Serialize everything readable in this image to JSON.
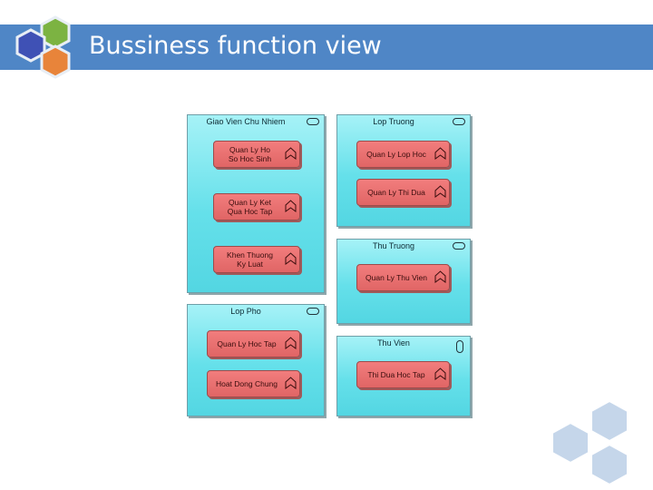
{
  "slide": {
    "title": "Bussiness function view"
  },
  "diagram": {
    "actors": [
      {
        "id": "a1",
        "name": "Giao Vien Chu Nhiem",
        "functions": [
          {
            "label": "Quan Ly Ho\nSo Hoc Sinh"
          },
          {
            "label": "Quan Ly Ket\nQua Hoc Tap"
          },
          {
            "label": "Khen Thuong\nKy Luat"
          }
        ]
      },
      {
        "id": "a2",
        "name": "Lop Truong",
        "functions": [
          {
            "label": "Quan Ly Lop Hoc"
          },
          {
            "label": "Quan Ly Thi Dua"
          }
        ]
      },
      {
        "id": "a3",
        "name": "Thu Truong",
        "functions": [
          {
            "label": "Quan Ly Thu Vien"
          }
        ]
      },
      {
        "id": "a4",
        "name": "Lop Pho",
        "functions": [
          {
            "label": "Quan Ly Hoc Tap"
          },
          {
            "label": "Hoat Dong Chung"
          }
        ]
      },
      {
        "id": "a5",
        "name": "Thu Vien",
        "functions": [
          {
            "label": "Thi Dua Hoc Tap"
          }
        ]
      }
    ]
  },
  "colors": {
    "title_bar": "#4f86c6",
    "actor_fill": "#65e0ea",
    "function_fill": "#e56b6b",
    "logo_green": "#7cb342",
    "logo_blue": "#3f51b5",
    "logo_orange": "#e8843a",
    "deco_hex": "#c5d6ea"
  },
  "icons": {
    "actor": "actor-ellipse-icon",
    "function": "business-function-chevron-icon",
    "logo": "hexagon-cluster-logo"
  }
}
